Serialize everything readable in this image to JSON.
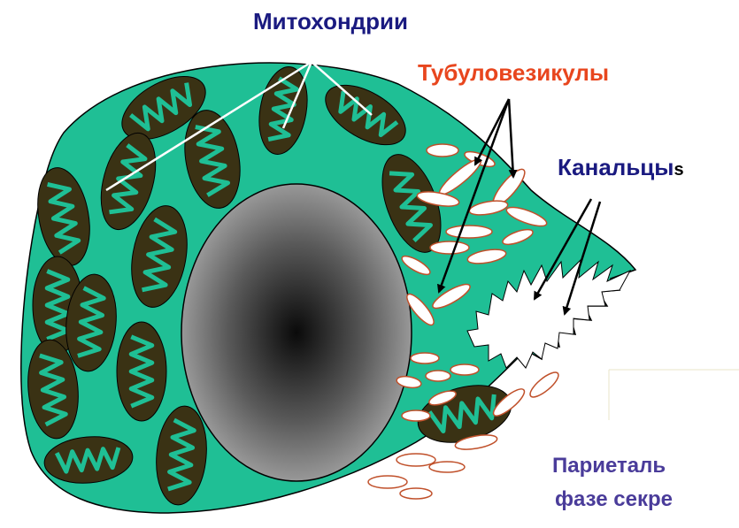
{
  "labels": {
    "mitochondria": "Митохондрии",
    "tubulovesicles": "Тубуловезикулы",
    "canaliculi": "Канальцы",
    "canaliculi_suffix": "s",
    "caption_line1": "Париеталь",
    "caption_line2": "фазе секре"
  },
  "colors": {
    "cytoplasm": "#1fbf95",
    "mitochondrion": "#3a3214",
    "cristae": "#1fbf95",
    "vesicle_border": "#c0502a",
    "pointer_line": "#ffffff",
    "arrow": "#000000",
    "label_blue": "#1a1a80",
    "label_red": "#e8461e",
    "caption": "#4a3c9a"
  }
}
